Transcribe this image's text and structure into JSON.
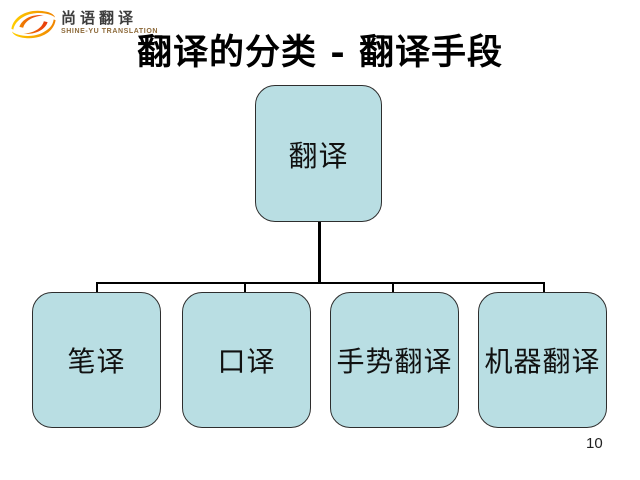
{
  "logo": {
    "icon": "swirl-icon",
    "company_cn": "尚语翻译",
    "company_en": "SHINE-YU TRANSLATION"
  },
  "title": "翻译的分类 - 翻译手段",
  "page_number": "10",
  "diagram": {
    "type": "tree",
    "root": {
      "label": "翻译"
    },
    "children": [
      {
        "label": "笔译"
      },
      {
        "label": "口译"
      },
      {
        "label": "手势翻译"
      },
      {
        "label": "机器翻译"
      }
    ],
    "node_fill": "#b9dee3",
    "node_border": "#2e2e2e",
    "connector_color": "#000000"
  },
  "colors": {
    "background": "#ffffff",
    "title_text": "#000000",
    "logo_yellow": "#ffcf00",
    "logo_orange": "#f08300",
    "logo_red": "#e8380d",
    "logo_text_cn": "#3d3d3d",
    "logo_text_en": "#8d6a3a"
  }
}
